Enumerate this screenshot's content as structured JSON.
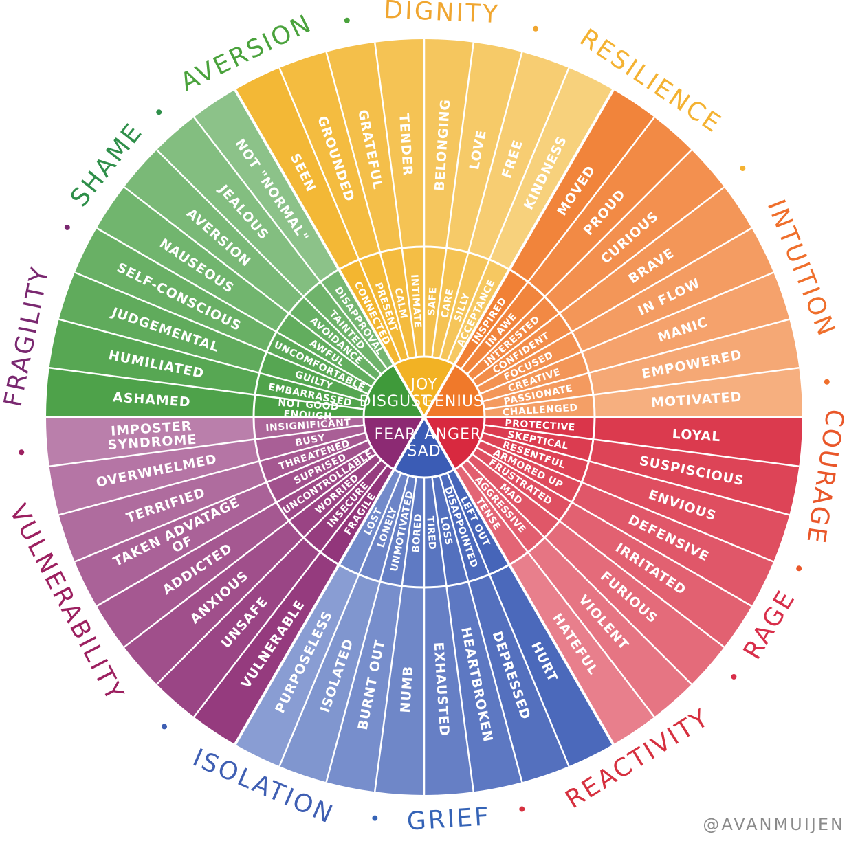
{
  "ring_words": [
    {
      "text": "SHAME",
      "color": "#2f8f4a"
    },
    {
      "text": "AVERSION",
      "color": "#4aa23c"
    },
    {
      "text": "DIGNITY",
      "color": "#f0a630"
    },
    {
      "text": "RESILIENCE",
      "color": "#f4b232"
    },
    {
      "text": "INTUITION",
      "color": "#ef6f2c"
    },
    {
      "text": "COURAGE",
      "color": "#e9572a"
    },
    {
      "text": "RAGE",
      "color": "#d82e4a"
    },
    {
      "text": "REACTIVITY",
      "color": "#d6303f"
    },
    {
      "text": "GRIEF",
      "color": "#3563b6"
    },
    {
      "text": "ISOLATION",
      "color": "#3f5fb3"
    },
    {
      "text": "VULNERABILITY",
      "color": "#9c2060"
    },
    {
      "text": "FRAGILITY",
      "color": "#7a2870"
    }
  ],
  "emotions": [
    {
      "core": "DISGUST",
      "color": "#3f9a3a",
      "inner": [
        "NOT GOOD ENOUGH",
        "EMBARRASSED",
        "GUILTY",
        "UNCOMFORTABLE",
        "AWFUL",
        "AVOIDANCE",
        "TAINTED",
        "DISAPPROVAL"
      ],
      "outer": [
        "ASHAMED",
        "HUMILIATED",
        "JUDGEMENTAL",
        "SELF-CONSCIOUS",
        "NAUSEOUS",
        "AVERSION",
        "JEALOUS",
        "NOT \"NORMAL\""
      ]
    },
    {
      "core": "JOY",
      "color": "#f2b224",
      "inner": [
        "CONNECTED",
        "PRESENT",
        "CALM",
        "INTIMATE",
        "SAFE",
        "CARE",
        "SILLY",
        "ACCEPTANCE"
      ],
      "outer": [
        "SEEN",
        "GROUNDED",
        "GRATEFUL",
        "TENDER",
        "BELONGING",
        "LOVE",
        "FREE",
        "KINDNESS"
      ]
    },
    {
      "core": "GENIUS",
      "color": "#f0792a",
      "inner": [
        "INSPIRED",
        "IN AWE",
        "INTERESTED",
        "CONFIDENT",
        "FOCUSED",
        "CREATIVE",
        "PASSIONATE",
        "CHALLENGED"
      ],
      "outer": [
        "MOVED",
        "PROUD",
        "CURIOUS",
        "BRAVE",
        "IN FLOW",
        "MANIC",
        "EMPOWERED",
        "MOTIVATED"
      ]
    },
    {
      "core": "ANGER",
      "color": "#d8293f",
      "inner": [
        "PROTECTIVE",
        "SKEPTICAL",
        "RESENTFUL",
        "ARMORED UP",
        "FRUSTRATED",
        "MAD",
        "AGGRESSIVE",
        "TENSE"
      ],
      "outer": [
        "LOYAL",
        "SUSPISCIOUS",
        "ENVIOUS",
        "DEFENSIVE",
        "IRRITATED",
        "FURIOUS",
        "VIOLENT",
        "HATEFUL"
      ]
    },
    {
      "core": "SAD",
      "color": "#3b5cb5",
      "inner": [
        "LEFT OUT",
        "DISAPPOINTED",
        "LOSS",
        "TIRED",
        "BORED",
        "UNMOTIVATED",
        "LONELY",
        "LOST"
      ],
      "outer": [
        "HURT",
        "DEPRESSED",
        "HEARTBROKEN",
        "EXHAUSTED",
        "NUMB",
        "BURNT OUT",
        "ISOLATED",
        "PURPOSELESS"
      ]
    },
    {
      "core": "FEAR",
      "color": "#8c2a73",
      "inner": [
        "FRAGILE",
        "INSECURE",
        "WORRIED",
        "UNCONTROLLABLE",
        "SUPRISED",
        "THREATENED",
        "BUSY",
        "INSIGNIFICANT"
      ],
      "outer": [
        "VULNERABLE",
        "UNSAFE",
        "ANXIOUS",
        "ADDICTED",
        "TAKEN ADVATAGE OF",
        "TERRIFIED",
        "OVERWHELMED",
        "IMPOSTER SYNDROME"
      ]
    }
  ],
  "credit": "@AVANMUIJEN"
}
